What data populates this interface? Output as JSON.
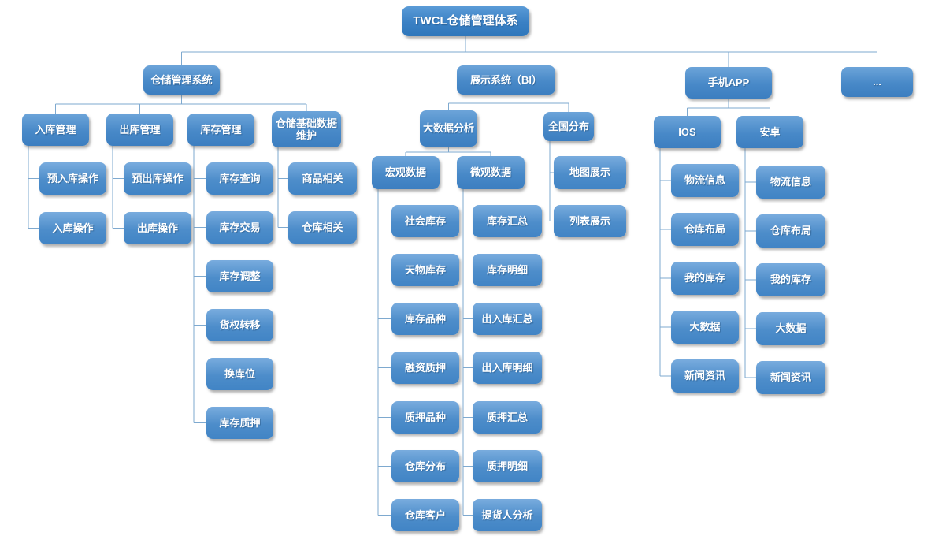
{
  "title": "TWCL仓储管理体系",
  "colors": {
    "box_gradient_top": "#6CA4D9",
    "box_gradient_bottom": "#3C7EC0",
    "leaf_gradient_top": "#79ACDE",
    "leaf_gradient_bottom": "#4184C5",
    "connector": "#7EA9CF",
    "text": "#FFFFFF",
    "background": "#FFFFFF"
  },
  "branches": {
    "wms": {
      "label": "仓储管理系统",
      "children": {
        "inbound": {
          "label": "入库管理",
          "items": [
            "预入库操作",
            "入库操作"
          ]
        },
        "outbound": {
          "label": "出库管理",
          "items": [
            "预出库操作",
            "出库操作"
          ]
        },
        "inventory": {
          "label": "库存管理",
          "items": [
            "库存查询",
            "库存交易",
            "库存调整",
            "货权转移",
            "换库位",
            "库存质押"
          ]
        },
        "basedata": {
          "label": "仓储基础数据维护",
          "items": [
            "商品相关",
            "仓库相关"
          ]
        }
      }
    },
    "bi": {
      "label": "展示系统（BI）",
      "children": {
        "bigdata": {
          "label": "大数据分析",
          "children": {
            "macro": {
              "label": "宏观数据",
              "items": [
                "社会库存",
                "天物库存",
                "库存品种",
                "融资质押",
                "质押品种",
                "仓库分布",
                "仓库客户"
              ]
            },
            "micro": {
              "label": "微观数据",
              "items": [
                "库存汇总",
                "库存明细",
                "出入库汇总",
                "出入库明细",
                "质押汇总",
                "质押明细",
                "提货人分析"
              ]
            }
          }
        },
        "national": {
          "label": "全国分布",
          "items": [
            "地图展示",
            "列表展示"
          ]
        }
      }
    },
    "app": {
      "label": "手机APP",
      "children": {
        "ios": {
          "label": "IOS",
          "items": [
            "物流信息",
            "仓库布局",
            "我的库存",
            "大数据",
            "新闻资讯"
          ]
        },
        "android": {
          "label": "安卓",
          "items": [
            "物流信息",
            "仓库布局",
            "我的库存",
            "大数据",
            "新闻资讯"
          ]
        }
      }
    },
    "more": {
      "label": "..."
    }
  }
}
